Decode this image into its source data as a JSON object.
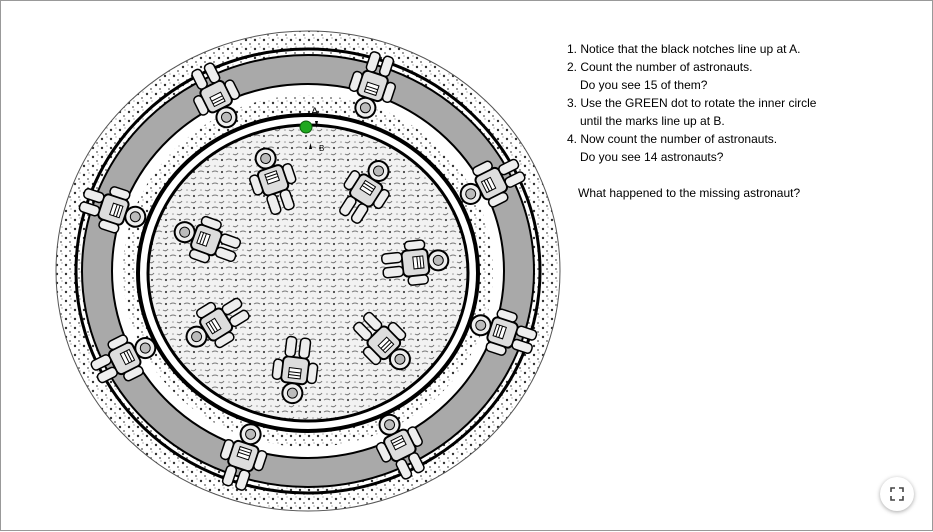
{
  "instructions": {
    "step1": "1. Notice that the black notches line up at A.",
    "step2": "2. Count the number of astronauts.",
    "step2b": "Do you see 15 of them?",
    "step3": "3. Use the GREEN dot to rotate the inner circle",
    "step3b": "until the marks line up at B.",
    "step4": "4. Now count the number of astronauts.",
    "step4b": "Do you see 14 astronauts?",
    "question": "What happened to the missing astronaut?"
  },
  "puzzle": {
    "label_a": "A",
    "label_b": "B",
    "outer_astronauts": 8,
    "inner_astronauts": 7,
    "handle_color": "#1fa81f"
  },
  "controls": {
    "fullscreen_icon": "fullscreen-icon"
  }
}
